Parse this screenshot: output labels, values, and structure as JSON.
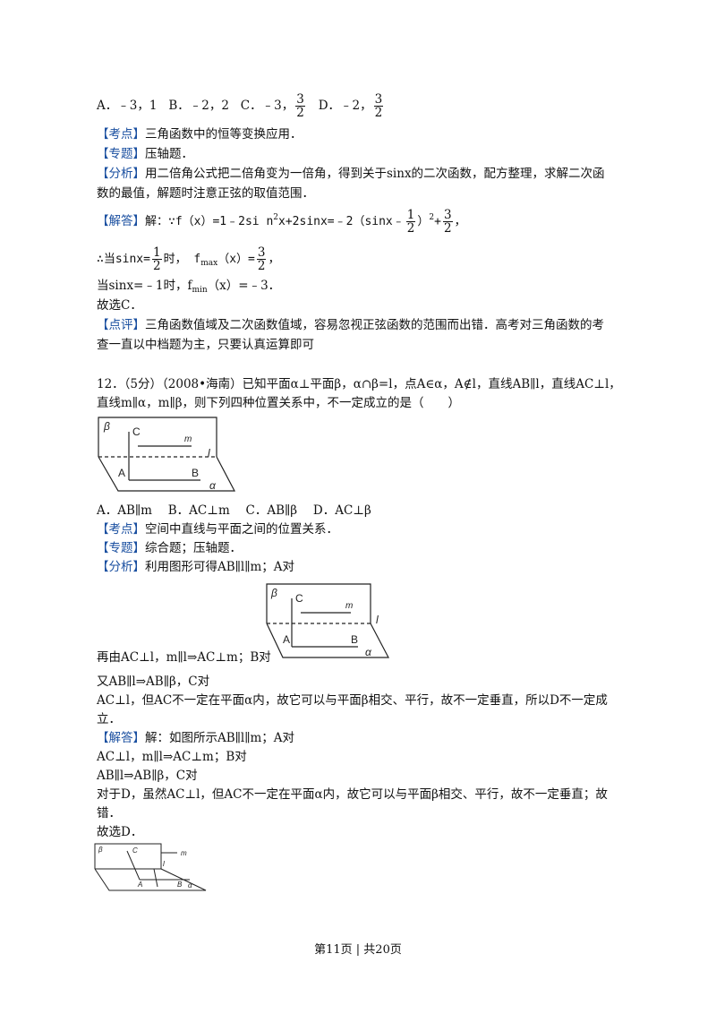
{
  "q11": {
    "options": {
      "a": "A．﹣3，1",
      "b": "B．﹣2，2",
      "c": "C．﹣3，",
      "d": "D．﹣2，",
      "c_num": "3",
      "c_den": "2",
      "d_num": "3",
      "d_den": "2"
    },
    "kaodian_tag": "【考点】",
    "kaodian": "三角函数中的恒等变换应用．",
    "zhuanti_tag": "【专题】",
    "zhuanti": "压轴题．",
    "fenxi_tag": "【分析】",
    "fenxi_1": "用二倍角公式把二倍角变为一倍角，得到关于sinx的二次函数，配方整理，求解二次函",
    "fenxi_2": "数的最值，解题时注意正弦的取值范围．",
    "jieda_tag": "【解答】",
    "sol1_a": "解：∵f（x）=1﹣2si n",
    "sol1_sup": "2",
    "sol1_b": "x+2sinx=﹣2（sinx﹣",
    "sol1_half_num": "1",
    "sol1_half_den": "2",
    "sol1_c": "）",
    "sol1_sup2": "2",
    "sol1_d": "+",
    "sol1_f_num": "3",
    "sol1_f_den": "2",
    "sol1_e": "，",
    "sol2_a": "∴当sinx=",
    "sol2_half_num": "1",
    "sol2_half_den": "2",
    "sol2_b": "时，  f",
    "sol2_sub": "max",
    "sol2_c": "（x）=",
    "sol2_f_num": "3",
    "sol2_f_den": "2",
    "sol2_d": "，",
    "sol3_a": "当sinx=﹣1时，f",
    "sol3_sub": "min",
    "sol3_b": "（x）=﹣3．",
    "choose": "故选C．",
    "dianping_tag": "【点评】",
    "dianping_1": "三角函数值域及二次函数值域，容易忽视正弦函数的范围而出错．高考对三角函数的考",
    "dianping_2": "查一直以中档题为主，只要认真运算即可"
  },
  "q12": {
    "stem_1": "12．（5分）（2008•海南）已知平面α⊥平面β，α∩β=l，点A∈α，A∉l，直线AB∥l，直线AC⊥l，",
    "stem_2": "直线m∥α，m∥β，则下列四种位置关系中，不一定成立的是（　　）",
    "fig_labels": {
      "beta": "β",
      "alpha": "α",
      "C": "C",
      "m": "m",
      "l": "l",
      "A": "A",
      "B": "B"
    },
    "options": "A．AB∥m　  B．AC⊥m　  C．AB∥β　  D．AC⊥β",
    "kaodian_tag": "【考点】",
    "kaodian": "空间中直线与平面之间的位置关系．",
    "zhuanti_tag": "【专题】",
    "zhuanti": "综合题；压轴题．",
    "fenxi_tag": "【分析】",
    "fenxi": "利用图形可得AB∥l∥m；A对",
    "line_b": "再由AC⊥l，m∥l⇒AC⊥m；B对",
    "line_c": "又AB∥l⇒AB∥β，C对",
    "line_d1": "AC⊥l，但AC不一定在平面α内，故它可以与平面β相交、平行，故不一定垂直，所以D不一定成",
    "line_d2": "立．",
    "jieda_tag": "【解答】",
    "jieda": "解：如图所示AB∥l∥m；A对",
    "s2": "AC⊥l，m∥l⇒AC⊥m；B对",
    "s3": "AB∥l⇒AB∥β，C对",
    "s4_1": "对于D，虽然AC⊥l，但AC不一定在平面α内，故它可以与平面β相交、平行，故不一定垂直；故",
    "s4_2": "错．",
    "choose": "故选D．"
  },
  "footer": "第11页 | 共20页"
}
